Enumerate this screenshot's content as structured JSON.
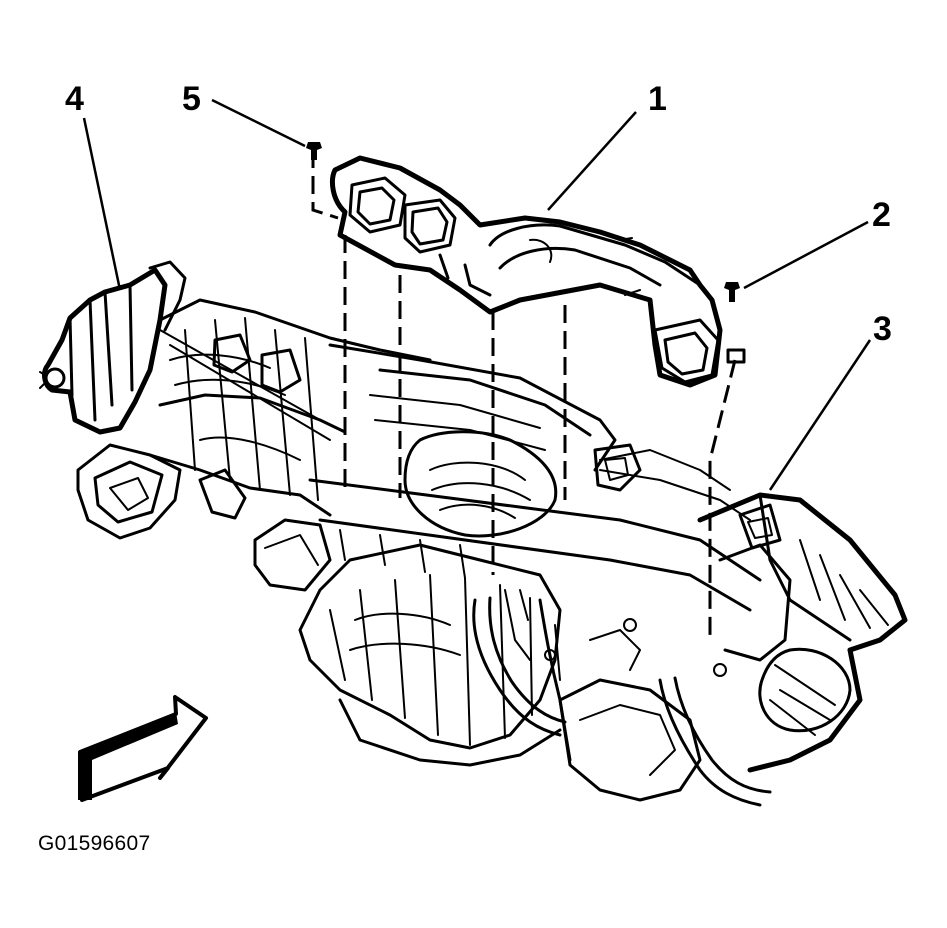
{
  "figure_id": "G01596607",
  "callouts": [
    {
      "id": "1",
      "text": "1"
    },
    {
      "id": "2",
      "text": "2"
    },
    {
      "id": "3",
      "text": "3"
    },
    {
      "id": "4",
      "text": "4"
    },
    {
      "id": "5",
      "text": "5"
    }
  ],
  "colors": {
    "ink": "#000000",
    "paper": "#ffffff"
  },
  "icons": {
    "view_direction": "arrow-right-icon"
  }
}
